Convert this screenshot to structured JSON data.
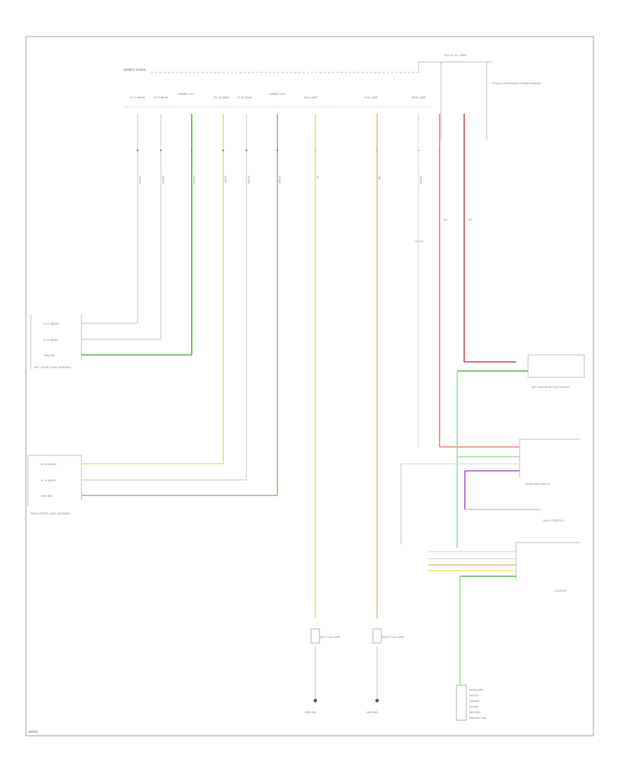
{
  "diagram": {
    "bus_label": "DIMMER SIGNAL",
    "fuse_label": "HOT AT ALL TIMES",
    "module_label": "TOTALLY INTEGRATED POWER MODULE",
    "wires": [
      {
        "id": "w1",
        "color": "#cfcfcf",
        "code": "DG/GY"
      },
      {
        "id": "w2",
        "color": "#cfcfcf",
        "code": "DG/GY"
      },
      {
        "id": "w3",
        "color": "#4caf3c",
        "code": "GY/GN"
      },
      {
        "id": "w4",
        "color": "#e8dc7c",
        "code": "YL/GY"
      },
      {
        "id": "w5",
        "color": "#cfcfcf",
        "code": "GY/WT"
      },
      {
        "id": "w6",
        "color": "#aaa87a",
        "code": "GY/WT"
      },
      {
        "id": "w7",
        "color": "#e8e36a",
        "code": "YL"
      },
      {
        "id": "w8",
        "color": "#e8b48c",
        "code": "OR"
      },
      {
        "id": "w9",
        "color": "#dddddd",
        "code": "DG/GY"
      },
      {
        "id": "w10",
        "color": "#ef7a7a",
        "code": "RD"
      },
      {
        "id": "w11",
        "color": "#e24848",
        "code": "RD"
      }
    ],
    "components": {
      "left_front_lamp": "LEFT FRONT LIGHT ASSEMBLY",
      "right_front_lamp": "RIGHT FRONT LIGHT ASSEMBLY",
      "left_turn_switch": "LEFT MULTIFUNCTION SWITCH",
      "headlamp_switch": "HEADLAMP SWITCH",
      "cluster": "CLUSTER",
      "left_fog_lamp": "LEFT FOG LAMP",
      "right_fog_lamp": "RIGHT FOG LAMP",
      "body_control": "BODY CONTROL"
    },
    "footer_code": "W0000"
  }
}
